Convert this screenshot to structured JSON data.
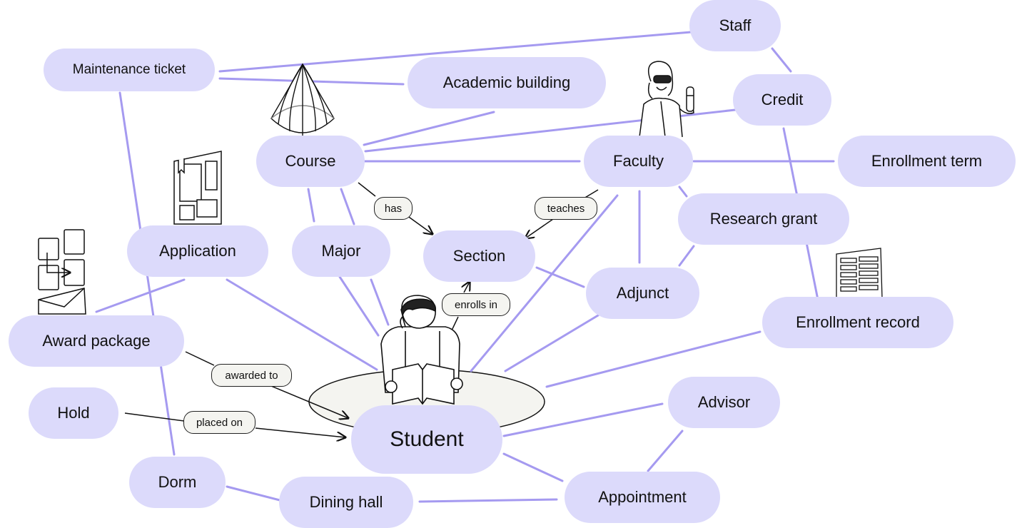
{
  "diagram": {
    "colors": {
      "node_fill": "#dcdafb",
      "edge": "#a59af0",
      "arrow": "#111111",
      "label_fill": "#f4f4f0"
    },
    "nodes": {
      "staff": "Staff",
      "maintenance_ticket": "Maintenance ticket",
      "academic_building": "Academic building",
      "credit": "Credit",
      "course": "Course",
      "faculty": "Faculty",
      "enrollment_term": "Enrollment term",
      "research_grant": "Research grant",
      "application": "Application",
      "major": "Major",
      "section": "Section",
      "adjunct": "Adjunct",
      "enrollment_record": "Enrollment record",
      "award_package": "Award package",
      "advisor": "Advisor",
      "hold": "Hold",
      "student": "Student",
      "dorm": "Dorm",
      "dining_hall": "Dining hall",
      "appointment": "Appointment"
    },
    "edge_labels": {
      "has": "has",
      "teaches": "teaches",
      "enrolls_in": "enrolls in",
      "awarded_to": "awarded to",
      "placed_on": "placed on"
    },
    "illustrations": [
      "cone-illustration",
      "scientist-illustration",
      "poster-illustration",
      "flowchart-illustration",
      "envelope-illustration",
      "spreadsheet-illustration",
      "student-reading-illustration"
    ]
  }
}
